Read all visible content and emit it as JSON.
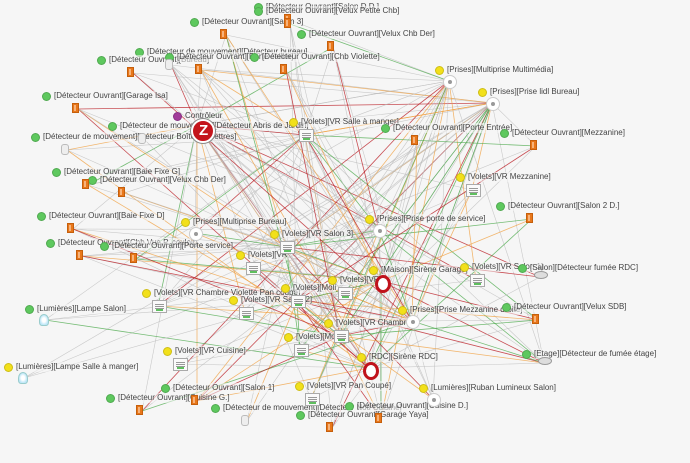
{
  "colors": {
    "gray": "#b9b9b9",
    "green": "#4aa84a",
    "orange": "#f0a040",
    "red": "#b8161d",
    "dot_green": "#5ec85e",
    "dot_yellow": "#f2e01a",
    "dot_controller": "#a23b9a"
  },
  "nodes": [
    {
      "id": "controller",
      "label": "Contrôleur",
      "dot": "controller",
      "icon": "controller"
    },
    {
      "id": "salon_d_top",
      "label": "[Détecteur Ouvrant][Salon D.D.]",
      "dot": "green",
      "icon": "door"
    },
    {
      "id": "velux_petite_chb",
      "label": "[Détecteur Ouvrant][Velux Petite Chb]",
      "dot": "green",
      "icon": "door"
    },
    {
      "id": "salon_3_det",
      "label": "[Détecteur Ouvrant][Salon 3]",
      "dot": "green",
      "icon": "door"
    },
    {
      "id": "velux_chb_der",
      "label": "[Détecteur Ouvrant][Velux Chb Der]",
      "dot": "green",
      "icon": "door"
    },
    {
      "id": "mvt_bureau",
      "label": "[Détecteur de mouvement][Détecteur bureau]",
      "dot": "green",
      "icon": "sensor"
    },
    {
      "id": "ouv_bureau",
      "label": "[Détecteur Ouvrant][Bureau]",
      "dot": "green",
      "icon": "door"
    },
    {
      "id": "ouv_cellier",
      "label": "[Détecteur Ouvrant][Porte cellier]",
      "dot": "green",
      "icon": "door"
    },
    {
      "id": "chb_violette",
      "label": "[Détecteur Ouvrant][Chb Violette]",
      "dot": "green",
      "icon": "door"
    },
    {
      "id": "garage_isa",
      "label": "[Détecteur Ouvrant][Garage Isa]",
      "dot": "green",
      "icon": "door"
    },
    {
      "id": "abris_jardin",
      "label": "[Détecteur de mouvement][Détecteur Abris de Jardin]",
      "dot": "green",
      "icon": "sensor"
    },
    {
      "id": "boite_lettres",
      "label": "[Détecteur de mouvement][Détecteur Boîte aux lettres]",
      "dot": "green",
      "icon": "sensor"
    },
    {
      "id": "baie_fixe_g",
      "label": "[Détecteur Ouvrant][Baie Fixe G]",
      "dot": "green",
      "icon": "door"
    },
    {
      "id": "velux_chb_der2",
      "label": "[Détecteur Ouvrant][Velux Chb Der]",
      "dot": "green",
      "icon": "door"
    },
    {
      "id": "baie_fixe_d",
      "label": "[Détecteur Ouvrant][Baie Fixe D]",
      "dot": "green",
      "icon": "door"
    },
    {
      "id": "chb_vue_p",
      "label": "[Détecteur Ouvrant][Chb Vue P. couloir]",
      "dot": "green",
      "icon": "door"
    },
    {
      "id": "porte_service",
      "label": "[Détecteur Ouvrant][Porte service]",
      "dot": "green",
      "icon": "door"
    },
    {
      "id": "multiprise_multimedia",
      "label": "[Prises][Multiprise Multimédia]",
      "dot": "yellow",
      "icon": "plug"
    },
    {
      "id": "prise_bureau",
      "label": "[Prises][Prise lidl Bureau]",
      "dot": "yellow",
      "icon": "plug"
    },
    {
      "id": "vr_salle_manger",
      "label": "[Volets][VR Salle à manger]",
      "dot": "yellow",
      "icon": "shutter"
    },
    {
      "id": "porte_entree",
      "label": "[Détecteur Ouvrant][Porte Entrée]",
      "dot": "green",
      "icon": "door"
    },
    {
      "id": "mezzanine",
      "label": "[Détecteur Ouvrant][Mezzanine]",
      "dot": "green",
      "icon": "door"
    },
    {
      "id": "vr_mezzanine",
      "label": "[Volets][VR Mezzanine]",
      "dot": "yellow",
      "icon": "shutter"
    },
    {
      "id": "salon_2d",
      "label": "[Détecteur Ouvrant][Salon 2 D.]",
      "dot": "green",
      "icon": "door"
    },
    {
      "id": "multiprise_bureau",
      "label": "[Prises][Multiprise Bureau]",
      "dot": "yellow",
      "icon": "plug"
    },
    {
      "id": "prise_porte_service",
      "label": "[Prises][Prise porte de service]",
      "dot": "yellow",
      "icon": "plug"
    },
    {
      "id": "vr_salon_3",
      "label": "[Volets][VR Salon 3]",
      "dot": "yellow",
      "icon": "shutter"
    },
    {
      "id": "vr_vr",
      "label": "[Volets][VR",
      "dot": "yellow",
      "icon": "shutter"
    },
    {
      "id": "sirene_garage",
      "label": "[Maison][Sirène Garage]",
      "dot": "yellow",
      "icon": "siren"
    },
    {
      "id": "vr_salon_1",
      "label": "[Volets][VR Salon 1]",
      "dot": "yellow",
      "icon": "shutter"
    },
    {
      "id": "fumee_rdc",
      "label": "[Salon][Détecteur fumée RDC]",
      "dot": "green",
      "icon": "smoke"
    },
    {
      "id": "lampe_salon",
      "label": "[Lumières][Lampe Salon]",
      "dot": "green",
      "icon": "bulb"
    },
    {
      "id": "vr_chb_violette",
      "label": "[Volets][VR Chambre Violette Pan coupé]",
      "dot": "yellow",
      "icon": "shutter"
    },
    {
      "id": "vr_salon_2",
      "label": "[Volets][VR Salon 2]",
      "dot": "yellow",
      "icon": "shutter"
    },
    {
      "id": "vr_moli",
      "label": "[Volets][Moli",
      "dot": "yellow",
      "icon": "shutter"
    },
    {
      "id": "vr_x",
      "label": "[Volets][VR",
      "dot": "yellow",
      "icon": "shutter"
    },
    {
      "id": "prise_mezzanine",
      "label": "[Prises][Prise Mezzanine droite]",
      "dot": "yellow",
      "icon": "plug"
    },
    {
      "id": "velux_sdb",
      "label": "[Détecteur Ouvrant][Velux SDB]",
      "dot": "green",
      "icon": "door"
    },
    {
      "id": "vr_chambre",
      "label": "[Volets][VR Chambre",
      "dot": "yellow",
      "icon": "shutter"
    },
    {
      "id": "vr_moli2",
      "label": "[Volets][Moli",
      "dot": "yellow",
      "icon": "shutter"
    },
    {
      "id": "vr_cuisine",
      "label": "[Volets][VR Cuisine]",
      "dot": "yellow",
      "icon": "shutter"
    },
    {
      "id": "fumee_etage",
      "label": "[Etage][Détecteur de fumée étage]",
      "dot": "green",
      "icon": "smoke"
    },
    {
      "id": "lampe_salle_manger",
      "label": "[Lumières][Lampe Salle à manger]",
      "dot": "yellow",
      "icon": "bulb"
    },
    {
      "id": "sirene_rdc",
      "label": "[RDC][Sirène RDC]",
      "dot": "yellow",
      "icon": "siren"
    },
    {
      "id": "ruban_salon",
      "label": "[Lumières][Ruban Lumineux Salon]",
      "dot": "yellow",
      "icon": "plug"
    },
    {
      "id": "vr_pan_coupe",
      "label": "[Volets][VR Pan Coupé]",
      "dot": "yellow",
      "icon": "shutter"
    },
    {
      "id": "ouv_salon_1",
      "label": "[Détecteur Ouvrant][Salon 1]",
      "dot": "green",
      "icon": "door"
    },
    {
      "id": "cuisine_g",
      "label": "[Détecteur Ouvrant][Cuisine G.]",
      "dot": "green",
      "icon": "door"
    },
    {
      "id": "mvt_noti",
      "label": "[Détecteur de mouvement][Détecteur Noti Cuisine]",
      "dot": "green",
      "icon": "sensor"
    },
    {
      "id": "cuisine_d",
      "label": "[Détecteur Ouvrant][Cuisine D.]",
      "dot": "green",
      "icon": "door"
    },
    {
      "id": "garage_yaya",
      "label": "[Détecteur Ouvrant][Garage Yaya]",
      "dot": "green",
      "icon": "door"
    }
  ]
}
